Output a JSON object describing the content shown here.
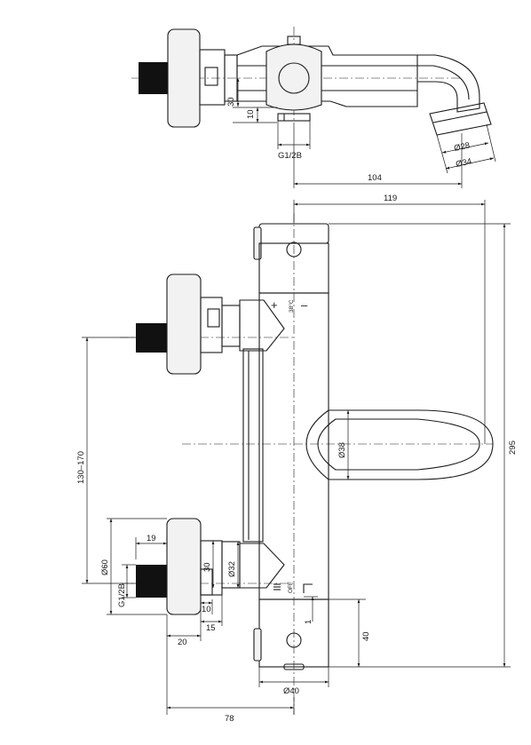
{
  "top_view": {
    "dims": {
      "d30": "30",
      "d10": "10",
      "thread": "G1/2B",
      "d104": "104",
      "dia28": "Ø28",
      "dia34": "Ø34"
    }
  },
  "front_view": {
    "dims": {
      "d119": "119",
      "d295": "295",
      "range": "130–170",
      "dia38": "Ø38",
      "d19": "19",
      "dia60": "Ø60",
      "thread": "G1/2B",
      "d30": "30",
      "dia32": "Ø32",
      "d10": "10",
      "d15": "15",
      "d20": "20",
      "d1": "1",
      "d40": "40",
      "dia40": "Ø40",
      "d78": "78"
    },
    "markings": {
      "temp": "38°C",
      "plus": "+",
      "minus": "–",
      "off": "OFF"
    }
  }
}
